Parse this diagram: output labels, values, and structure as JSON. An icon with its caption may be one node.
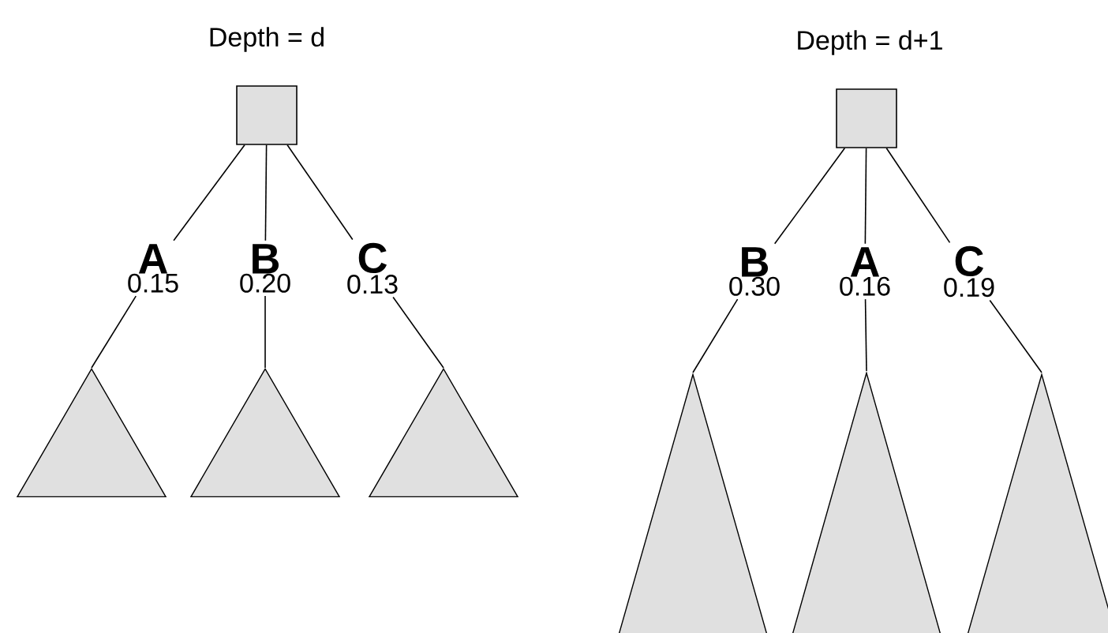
{
  "diagram": {
    "nodes": [
      {
        "text": [],
        "shape": "box"
      },
      {
        "text": [
          "A",
          "0.15"
        ]
      },
      {
        "text": [
          "B",
          "0.20"
        ]
      },
      {
        "text": [
          "C",
          "0.13"
        ]
      },
      {
        "text": [],
        "shape": "triangle"
      },
      {
        "text": [],
        "shape": "triangle"
      },
      {
        "text": [],
        "shape": "triangle"
      },
      {
        "text": [],
        "shape": "box"
      },
      {
        "text": [
          "B",
          "0.30"
        ]
      },
      {
        "text": [
          "A",
          "0.16"
        ]
      },
      {
        "text": [
          "C",
          "0.19"
        ]
      },
      {
        "text": [],
        "shape": "triangle"
      },
      {
        "text": [],
        "shape": "triangle"
      },
      {
        "text": [],
        "shape": "triangle"
      }
    ],
    "edges": [
      {
        "from": 0,
        "to": 1,
        "arrow": "none"
      },
      {
        "from": 0,
        "to": 2,
        "arrow": "none"
      },
      {
        "from": 0,
        "to": 3,
        "arrow": "none"
      },
      {
        "from": 1,
        "to": 4,
        "arrow": "none"
      },
      {
        "from": 2,
        "to": 5,
        "arrow": "none"
      },
      {
        "from": 3,
        "to": 6,
        "arrow": "none"
      },
      {
        "from": 7,
        "to": 8,
        "arrow": "none"
      },
      {
        "from": 7,
        "to": 9,
        "arrow": "none"
      },
      {
        "from": 7,
        "to": 10,
        "arrow": "none"
      },
      {
        "from": 8,
        "to": 11,
        "arrow": "none"
      },
      {
        "from": 9,
        "to": 12,
        "arrow": "none"
      },
      {
        "from": 10,
        "to": 13,
        "arrow": "none"
      }
    ],
    "labels": [
      "Depth = d",
      "Depth = d+1"
    ]
  }
}
